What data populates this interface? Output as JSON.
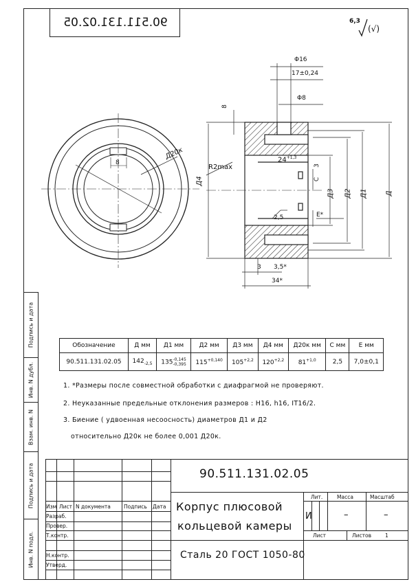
{
  "drawing": {
    "number_mirrored": "90.511.131.02.05",
    "roughness_value": "6,3",
    "roughness_suffix": "(√)"
  },
  "dimensions": {
    "d20k": "Д20к",
    "d8_front": "8",
    "phi16": "Φ16",
    "len17": "17±0,24",
    "phi8": "Φ8",
    "b8": "8",
    "r2max": "R2max",
    "d4": "Д4",
    "len24": "24",
    "len24_tol": "+1,3",
    "c3": "3",
    "c": "C",
    "d3": "Д3",
    "d2": "Д2",
    "d1": "Д1",
    "d": "Д",
    "rough25": "2,5",
    "e": "E*",
    "bot3": "3",
    "bot35": "3,5*",
    "bot34": "34*"
  },
  "side_stamp": {
    "sign_date_top": "Подпись и дата",
    "inv_dubl": "Инв. N дубл.",
    "vzam_inv": "Взам. инв. N",
    "sign_date_mid": "Подпись и дата",
    "inv_podl": "Инв. N подл."
  },
  "spec_table": {
    "headers": [
      "Обозначение",
      "Д  мм",
      "Д1 мм",
      "Д2 мм",
      "Д3 мм",
      "Д4 мм",
      "Д20к мм",
      "C  мм",
      "E  мм"
    ],
    "row": {
      "designation": "90.511.131.02.05",
      "d": "142",
      "d_tol": "-2,5",
      "d1": "135",
      "d1_tol_up": "-0,145",
      "d1_tol_dn": "-0,395",
      "d2": "115",
      "d2_tol": "+0,140",
      "d3": "105",
      "d3_tol": "+2,2",
      "d4": "120",
      "d4_tol": "+2,2",
      "d20k": "81",
      "d20k_tol": "+1,0",
      "c": "2,5",
      "e": "7,0±0,1"
    }
  },
  "notes": [
    "1. *Размеры после совместной обработки с диафрагмой не проверяют.",
    "2. Неуказанные предельные отклонения размеров : H16, h16, IT16/2.",
    "3. Биение ( удвоенная несоосность) диаметров Д1 и Д2",
    "относительно Д20к не более 0,001 Д20к."
  ],
  "title_block": {
    "doc_number": "90.511.131.02.05",
    "name_line1": "Корпус плюсовой",
    "name_line2": "кольцевой камеры",
    "material": "Сталь 20 ГОСТ 1050-80",
    "col_izm": "Изм",
    "col_list": "Лист",
    "col_doc": "N документа",
    "col_sign": "Подпись",
    "col_date": "Дата",
    "razrab": "Разраб.",
    "prover": "Провер.",
    "tkontr": "Т.контр.",
    "nkontr": "Н.контр.",
    "utverd": "Утверд.",
    "lit": "Лит.",
    "massa": "Масса",
    "masshtab": "Масштаб",
    "lit_value": "И",
    "massa_value": "–",
    "masshtab_value": "–",
    "list_label": "Лист",
    "listov_label": "Листов",
    "listov_value": "1"
  }
}
